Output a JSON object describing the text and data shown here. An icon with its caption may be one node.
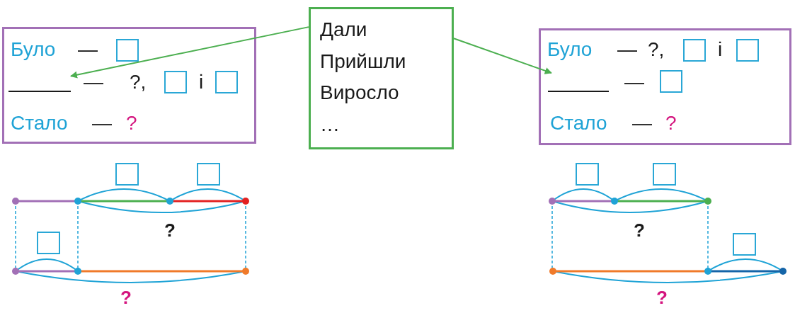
{
  "diagram": {
    "nodes": [
      {
        "text": [
          "Було",
          "—",
          "—",
          "?,",
          "і",
          "Стало",
          "—",
          "?"
        ]
      },
      {
        "text": [],
        "shape": "line",
        "in": 0
      },
      {
        "text": [
          "Дали",
          "Прийшли",
          "Виросло",
          "…"
        ]
      },
      {
        "text": [
          "Було",
          "—",
          "?,",
          "і",
          "—",
          "Стало",
          "—",
          "?"
        ]
      },
      {
        "text": [],
        "shape": "line",
        "in": 3
      }
    ],
    "edges": [
      {
        "from": 2,
        "to": 1,
        "arrow": "to"
      },
      {
        "from": 2,
        "to": 4,
        "arrow": "to"
      }
    ],
    "labels": [
      "?",
      "?",
      "?",
      "?"
    ]
  }
}
